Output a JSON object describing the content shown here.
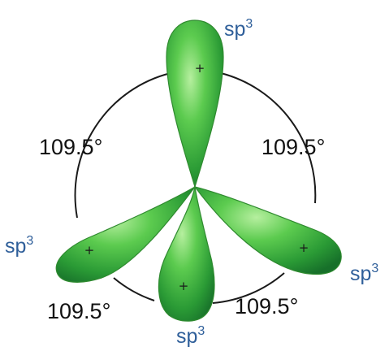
{
  "diagram": {
    "orbitals": [
      {
        "label": "sp",
        "superscript": "3",
        "sign": "+"
      },
      {
        "label": "sp",
        "superscript": "3",
        "sign": "+"
      },
      {
        "label": "sp",
        "superscript": "3",
        "sign": "+"
      },
      {
        "label": "sp",
        "superscript": "3",
        "sign": "+"
      }
    ],
    "angles": [
      "109.5°",
      "109.5°",
      "109.5°",
      "109.5°"
    ],
    "colors": {
      "lobe_light": "#9de08e",
      "lobe_mid": "#3fae3f",
      "lobe_dark": "#1b7a2b",
      "label": "#2f5f9a",
      "arc": "#1a1a1a"
    }
  }
}
